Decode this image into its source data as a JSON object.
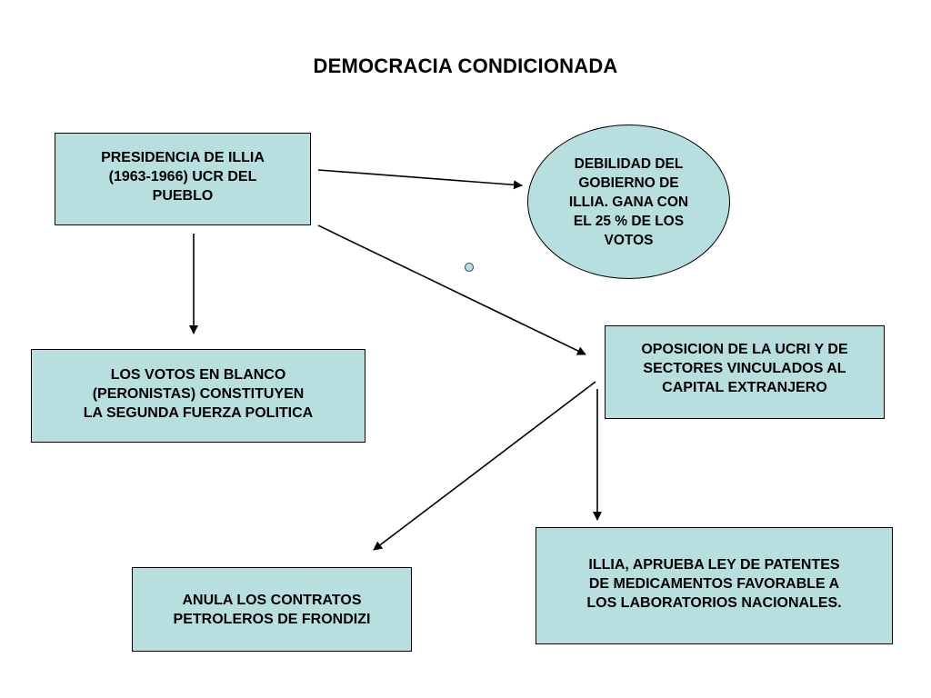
{
  "title": "DEMOCRACIA CONDICIONADA",
  "colors": {
    "box_fill": "#b8dfe0",
    "box_border": "#000000",
    "arrow": "#000000",
    "text": "#000000"
  },
  "nodes": {
    "presidencia": "PRESIDENCIA DE ILLIA\n(1963-1966) UCR DEL\nPUEBLO",
    "debilidad": "DEBILIDAD DEL\nGOBIERNO DE\nILLIA. GANA CON\nEL 25 % DE LOS\nVOTOS",
    "votos_blanco": "LOS VOTOS EN BLANCO\n(PERONISTAS) CONSTITUYEN\nLA SEGUNDA FUERZA POLITICA",
    "oposicion": "OPOSICION DE LA UCRI Y DE\nSECTORES VINCULADOS AL\nCAPITAL EXTRANJERO",
    "anula": "ANULA LOS CONTRATOS\nPETROLEROS DE FRONDIZI",
    "ley_patentes": "ILLIA, APRUEBA LEY DE PATENTES\nDE MEDICAMENTOS FAVORABLE  A\nLOS LABORATORIOS NACIONALES."
  },
  "edges": [
    {
      "from": "presidencia",
      "to": "debilidad"
    },
    {
      "from": "presidencia",
      "to": "votos_blanco"
    },
    {
      "from": "presidencia",
      "to": "oposicion"
    },
    {
      "from": "oposicion",
      "to": "anula"
    },
    {
      "from": "oposicion",
      "to": "ley_patentes"
    }
  ]
}
